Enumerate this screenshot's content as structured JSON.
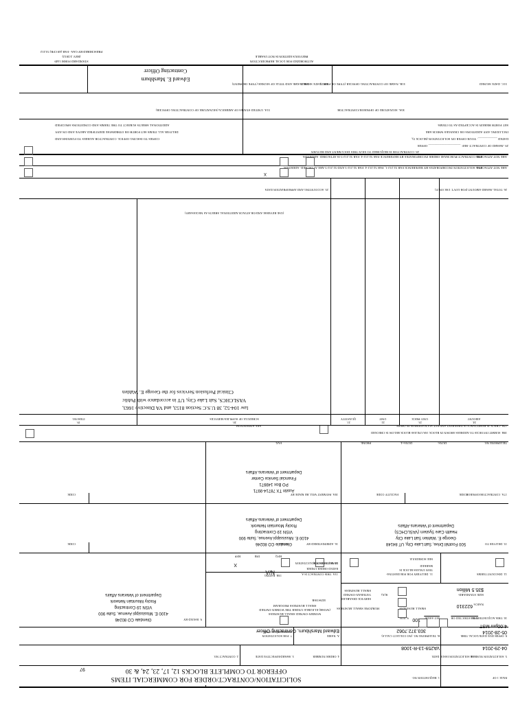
{
  "document": {
    "form_id": "STANDARD FORM 1449",
    "form_rev": "(REV. 2/2012)",
    "prescribed_by": "Prescribed by GSA - FAR (48 CFR) 53.212",
    "previous_edition": "PREVIOUS EDITION IS NOT USABLE",
    "authorized_repro": "AUTHORIZED FOR LOCAL REPRODUCTION",
    "page_number": "97"
  },
  "header": {
    "title_line1": "SOLICITATION/CONTRACT/ORDER FOR COMMERCIAL ITEMS",
    "title_line2": "OFFEROR TO COMPLETE BLOCKS 12, 17, 23, 24, & 30",
    "page_of_label": "PAGE 1 OF",
    "b1_label": "1. REQUISITION NO.",
    "b1_value": ""
  },
  "blocks": {
    "b2": {
      "label": "2. CONTRACT NO.",
      "value": ""
    },
    "b3": {
      "label": "3. AWARD/EFFECTIVE DATE",
      "value": ""
    },
    "b4": {
      "label": "4. ORDER NUMBER",
      "value": ""
    },
    "b5": {
      "label": "5. SOLICITATION NUMBER",
      "value": "VA259-13-R-1008"
    },
    "b6": {
      "label": "6. SOLICITATION ISSUE DATE",
      "value": "04-29-2014"
    },
    "b7": {
      "label_a": "7. FOR SOLICITATION",
      "label_b": "INFORMATION CALL:",
      "name_label": "a. NAME",
      "name_value": "Edward Marshburn, Contracting Officer",
      "phone_label": "b. TELEPHONE NO. (No Collect Calls)",
      "phone_value": "303.372.7062"
    },
    "b8": {
      "label": "8. OFFER DUE DATE/LOCAL TIME",
      "value_date": "05-28-2014",
      "value_time": "4:00pm MST"
    },
    "b9": {
      "label": "9. ISSUED BY",
      "code_label": "CODE",
      "code_value": ""
    },
    "b10": {
      "label": "10. THIS ACQUISITION IS",
      "unrestricted_label": "UNRESTRICTED OR",
      "setaside_label": "SET ASIDE:",
      "setaside_pct": "100",
      "pct_label": "% FOR:",
      "opt_small": "SMALL BUSINESS",
      "opt_hubzone": "HUBZONE SMALL BUSINESS",
      "opt_sdvosb_a": "SERVICE-DISABLED",
      "opt_sdvosb_b": "VETERAN-OWNED",
      "opt_sdvosb_c": "SMALL BUSINESS",
      "opt_8a": "8(A)",
      "opt_edwosb": "EDWOSB",
      "opt_wosb_a": "WOMEN-OWNED SMALL BUSINESS",
      "opt_wosb_b": "(WOSB) ELIGIBLE UNDER THE WOMEN-OWNED",
      "opt_wosb_c": "SMALL BUSINESS PROGRAM",
      "naics_label": "NAICS:",
      "naics_value": "622310",
      "size_label": "SIZE STANDARD:",
      "size_value": "$35.5 Million"
    },
    "b11": {
      "label_a": "11. DELIVERY FOR FOB DESTINA-",
      "label_b": "TION UNLESS BLOCK IS",
      "label_c": "MARKED",
      "value": "SEE SCHEDULE"
    },
    "b12": {
      "label": "12. DISCOUNT TERMS",
      "value": ""
    },
    "b13a": {
      "label": "13a. THIS CONTRACT IS A",
      "label2": "RATED ORDER UNDER",
      "label3": "DPAS (15 CFR 700)"
    },
    "b13b": {
      "label": "13b. RATING",
      "value": "N/A"
    },
    "b14": {
      "label": "14. METHOD OF SOLICITATION",
      "opt_rfq": "RFQ",
      "opt_ifb": "IFB",
      "opt_rfp": "RFP",
      "selected": "RFP"
    },
    "b15": {
      "label": "15. DELIVER TO",
      "code_label": "CODE",
      "lines": [
        "500 Foothill Drive, Salt Lake City, UT 84148",
        "",
        "George E. Wahlen Salt Lake City",
        "Health Care System (VASLCHCS)",
        "Department of Veterans Affairs"
      ]
    },
    "b16": {
      "label": "16. ADMINISTERED BY",
      "code_label": "CODE",
      "lines": [
        "Glendale CO 80246",
        "4100 E. Mississippi Avenue, Suite 900",
        "VISN 19 Contracting",
        "Rocky Mountain Network",
        "Department of Veterans Affairs"
      ]
    },
    "b9_addr": {
      "lines": [
        "Glendale CO 80246",
        "4100 E. Mississippi Avenue, Suite 900",
        "VISN 19 Contracting",
        "Rocky Mountain Network",
        "Department of Veterans Affairs"
      ]
    },
    "b17a": {
      "label": "17a. CONTRACTOR/OFFEROR",
      "code_label": "CODE",
      "facility_label": "FACILITY CODE",
      "phone_label": "TELEPHONE NO.",
      "value": ""
    },
    "b17b": {
      "label": "17b. CHECK IF REMITTANCE IS DIFFERENT AND PUT SUCH ADDRESS IN OFFER"
    },
    "b18a": {
      "label": "18a. PAYMENT WILL BE MADE BY",
      "code_label": "CODE",
      "lines": [
        "Austin TX 78714-9971",
        "PO Box 149971",
        "Financial Service Center",
        "Department of Veterans Affairs"
      ]
    },
    "b18b": {
      "label": "18b. SUBMIT INVOICES TO ADDRESS SHOWN IN BLOCK 18a UNLESS BLOCK BELOW IS CHECKED",
      "value": "SEE ADDENDUM"
    },
    "contact_fields": {
      "fax_label": "FAX:",
      "phone_label": "PHONE:",
      "duns_label": "DUNS:",
      "duns4_label": "DUNS+4:"
    }
  },
  "schedule": {
    "headers": [
      "19.\nITEM NO.",
      "20.\nSCHEDULE OF SUPPLIES/SERVICES",
      "21.\nQUANTITY",
      "22.\nUNIT",
      "23.\nUNIT PRICE",
      "24.\nAMOUNT"
    ],
    "h19": "19.",
    "h19b": "ITEM NO.",
    "h20": "20.",
    "h20b": "SCHEDULE OF SUPPLIES/SERVICES",
    "h21": "21.",
    "h21b": "QUANTITY",
    "h22": "22.",
    "h22b": "UNIT",
    "h23": "23.",
    "h23b": "UNIT PRICE",
    "h24": "24.",
    "h24b": "AMOUNT",
    "description_lines": [
      "law 104-52, 38 U.S.C Section 8153, and VA Directive 1663,",
      "VASLCHCS, Salt Lake City, UT in accordance with Public",
      "Clinical Perfusion Services for the George E. Wahlen"
    ],
    "footer_note": "(Use Reverse and/or Attach Additional Sheets as Necessary)"
  },
  "totals": {
    "b25_label": "25. ACCOUNTING AND APPROPRIATION DATA",
    "b25_value": "",
    "b26_label": "26. TOTAL AWARD AMOUNT (For Govt. Use Only)",
    "b26_value": ""
  },
  "award": {
    "b27a_check": "27a. SOLICITATION INCORPORATES BY REFERENCE FAR 52.212-1, FAR 52.212-4. FAR 52.212-3 AND 52.212-5 ARE ATTACHED.  ADDENDA",
    "b27a_are": "ARE",
    "b27a_arenot": "ARE NOT ATTACHED",
    "b27b_check": "27b. CONTRACT/PURCHASE ORDER INCORPORATES BY REFERENCE FAR 52.212-4. FAR 52.212-5 IS ATTACHED.  ADDENDA",
    "b27b_are": "ARE",
    "b27b_arenot": "ARE NOT ATTACHED",
    "b28_lines": [
      "28. CONTRACTOR IS REQUIRED TO SIGN THIS DOCUMENT AND RETURN",
      "COPIES TO ISSUING OFFICE.  CONTRACTOR AGREES TO FURNISH AND",
      "DELIVER ALL ITEMS SET FORTH OR OTHERWISE IDENTIFIED ABOVE AND ON ANY",
      "ADDITIONAL SHEETS SUBJECT TO THE TERMS AND CONDITIONS SPECIFIED"
    ],
    "b29_lines": [
      "29. AWARD OF CONTRACT: REF. ____________________ OFFER",
      "DATED ____________.  YOUR OFFER ON SOLICITATION (BLOCK 5),",
      "INCLUDING ANY ADDITIONS OR CHANGES WHICH ARE",
      "SET FORTH HEREIN IS ACCEPTED AS TO ITEMS:"
    ],
    "b30a": "30a. SIGNATURE OF OFFEROR/CONTRACTOR",
    "b31a": "31a. UNITED STATES OF AMERICA (SIGNATURE OF CONTRACTING OFFICER)",
    "b30b": "30b. NAME AND TITLE OF SIGNER (TYPE OR PRINT)",
    "b30c": "30c. DATE SIGNED",
    "b31b": "31b. NAME OF CONTRACTING OFFICER (TYPE OR PRINT)",
    "b31c": "31c. DATE SIGNED",
    "signer_name": "Edward E. Marshburn",
    "signer_title": "Contracting Officer",
    "signer_date": ""
  }
}
